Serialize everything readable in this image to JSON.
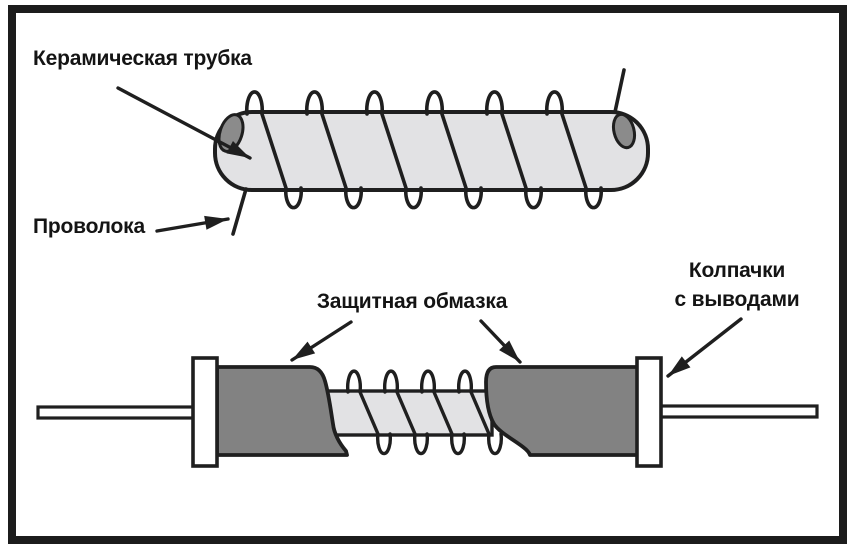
{
  "labels": {
    "ceramic_tube": "Керамическая трубка",
    "wire": "Проволока",
    "protective_coating": "Защитная обмазка",
    "caps_with_leads_line1": "Колпачки",
    "caps_with_leads_line2": "с выводами"
  },
  "colors": {
    "frame": "#1c1c1c",
    "background": "#ffffff",
    "outline": "#1f1f1f",
    "tube_fill": "#e2e2e4",
    "coating_fill": "#828282",
    "tube_opening_fill": "#8b8b8b",
    "lead_fill": "#ffffff",
    "text": "#141414"
  }
}
